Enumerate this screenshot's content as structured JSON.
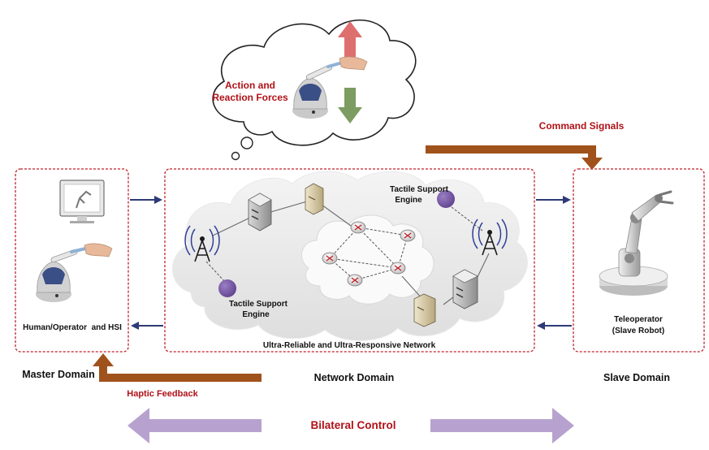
{
  "cloud": {
    "label_line1": "Action and",
    "label_line2": "Reaction Forces"
  },
  "labels": {
    "command_signals": "Command Signals",
    "haptic_feedback": "Haptic Feedback",
    "bilateral_control": "Bilateral Control",
    "master_domain": "Master Domain",
    "network_domain": "Network Domain",
    "slave_domain": "Slave Domain"
  },
  "master": {
    "caption": "Human/Operator  and HSI"
  },
  "network": {
    "caption": "Ultra-Reliable and Ultra-Responsive Network",
    "tse_top_line1": "Tactile Support",
    "tse_top_line2": "Engine",
    "tse_bottom_line1": "Tactile Support",
    "tse_bottom_line2": "Engine"
  },
  "slave": {
    "caption_line1": "Teleoperator",
    "caption_line2": "(Slave Robot)"
  },
  "colors": {
    "domain_border": "#c0202a",
    "accent_red": "#b01218",
    "brown_arrow": "#a0521c",
    "navy_arrow": "#2e3a78",
    "lavender_arrow": "#b7a2cf",
    "up_arrow": "#de6f6f",
    "down_arrow": "#7c9c62",
    "tse_node": "#7a5ba6"
  }
}
